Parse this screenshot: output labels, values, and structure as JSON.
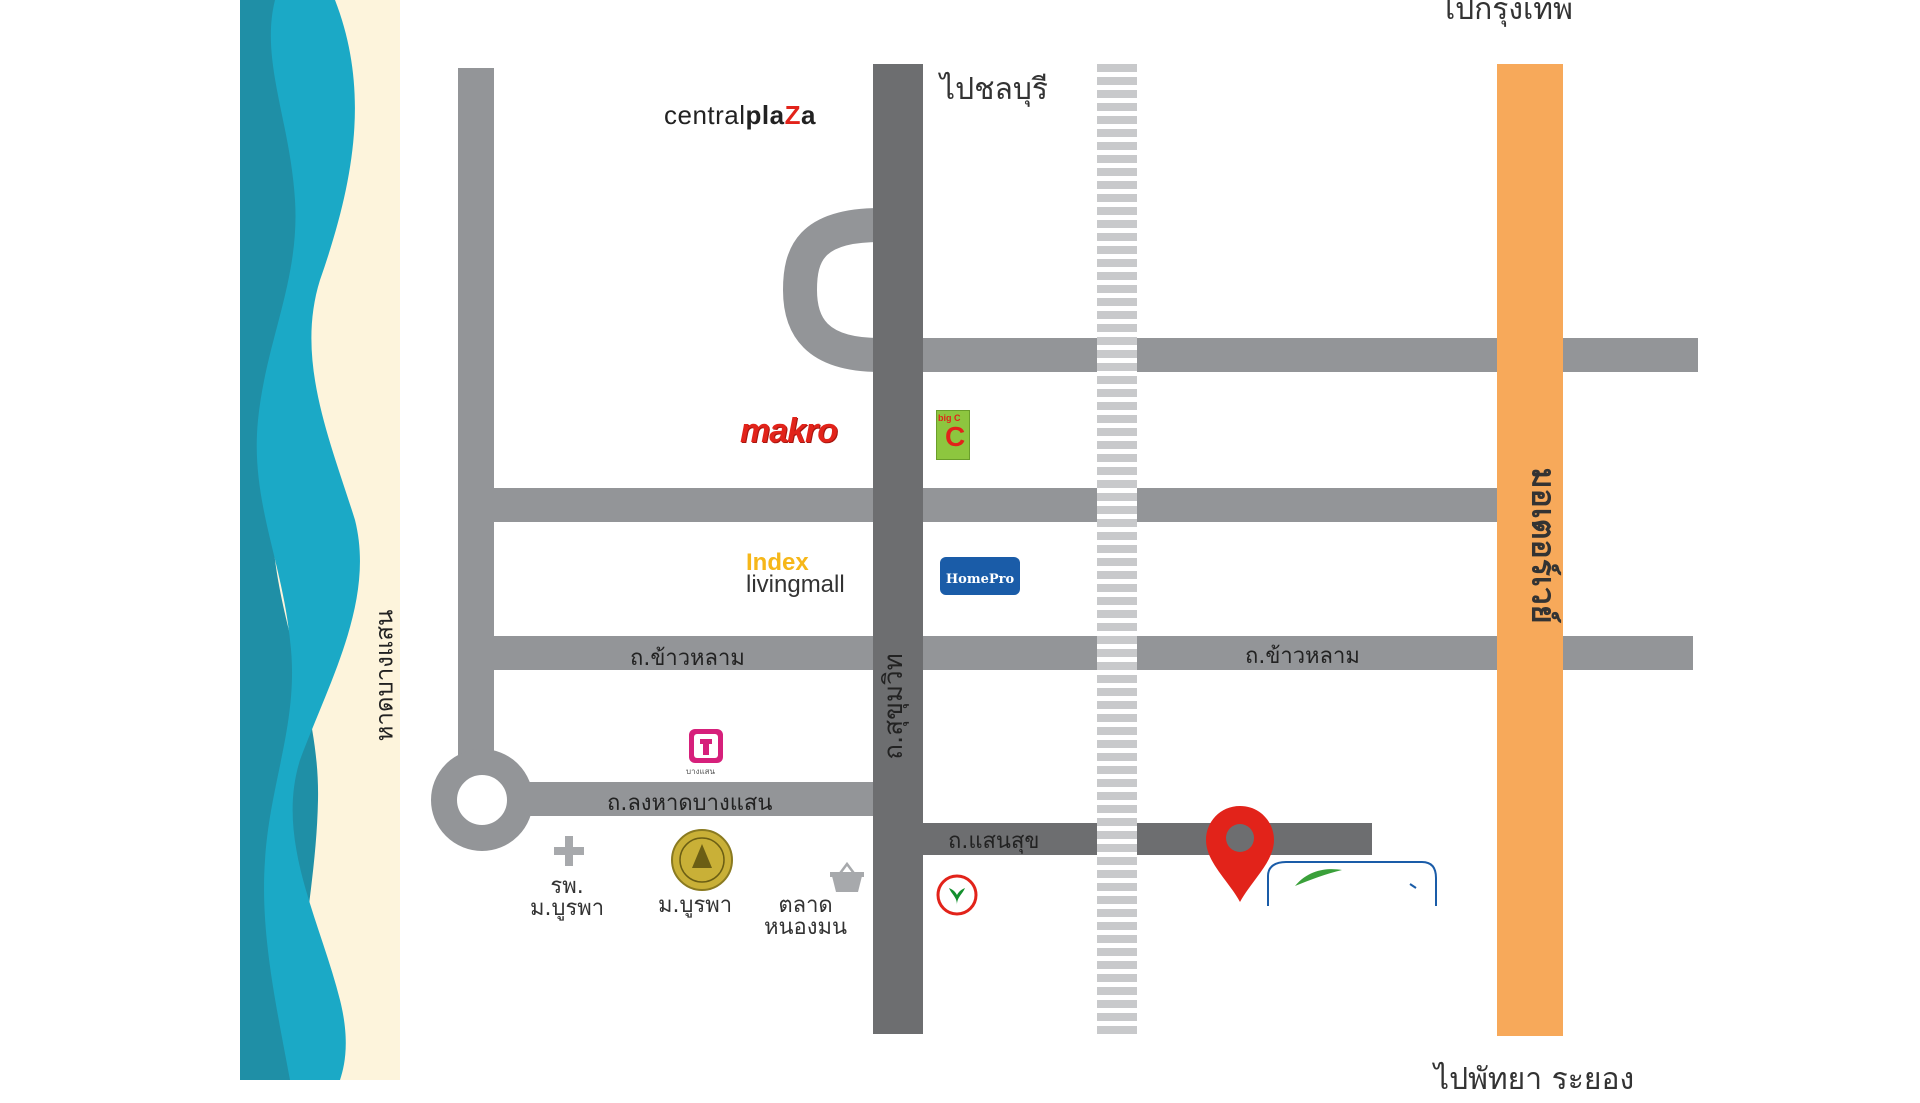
{
  "directions": {
    "to_bangkok": "ไปกรุงเทพ",
    "to_chonburi": "ไปชลบุรี",
    "to_pattaya_rayong": "ไปพัทยา ระยอง"
  },
  "roads": {
    "khao_lam_west": "ถ.ข้าวหลาม",
    "khao_lam_east": "ถ.ข้าวหลาม",
    "long_hat_bang_saen": "ถ.ลงหาดบางแสน",
    "saen_suk": "ถ.แสนสุข",
    "sukhumvit": "ถ.สุขุมวิท",
    "motorway": "มอเตอร์เวย์",
    "beach": "หาดบางแสน"
  },
  "pois": {
    "central_plaza": {
      "text_plain": "central",
      "text_bold": "pla",
      "text_z": "Z",
      "text_end": "a"
    },
    "makro": "makro",
    "index_livingmall": {
      "line1": "Index",
      "line2": "livingmall"
    },
    "homepro": "HomePro",
    "bigc": "big C",
    "hospital": {
      "line1": "รพ.",
      "line2": "ม.บูรพา"
    },
    "university": "ม.บูรพา",
    "market": {
      "line1": "ตลาด",
      "line2": "หนองมน"
    },
    "lotus_caption": "บางแสน"
  },
  "colors": {
    "sea_dark": "#1f8fa6",
    "sea_light": "#1ba9c6",
    "sand": "#fdf4dc",
    "road_main": "#6d6e70",
    "road_secondary": "#939598",
    "railway": "#cfd0d2",
    "motorway": "#f7a95a",
    "pin": "#e2231a"
  },
  "icons": [
    "location-pin-icon",
    "hospital-cross-icon",
    "university-seal-icon",
    "market-basket-icon",
    "kasikorn-bank-icon",
    "lotus-store-icon"
  ]
}
